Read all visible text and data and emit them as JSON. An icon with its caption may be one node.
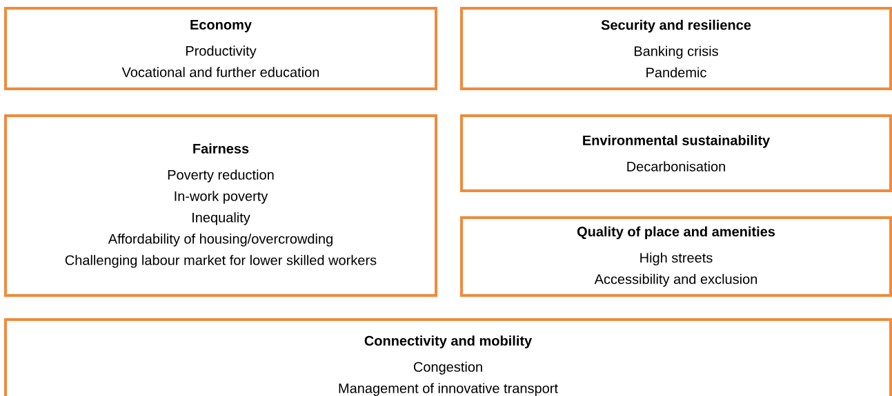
{
  "diagram": {
    "nodes": [
      {
        "text": [
          "Economy",
          "Productivity",
          "Vocational and further education"
        ]
      },
      {
        "text": [
          "Security and resilience",
          "Banking crisis",
          "Pandemic"
        ]
      },
      {
        "text": [
          "Fairness",
          "Poverty reduction",
          "In-work poverty",
          "Inequality",
          "Affordability of housing/overcrowding",
          "Challenging labour market for lower skilled workers"
        ]
      },
      {
        "text": [
          "Environmental sustainability",
          "Decarbonisation"
        ]
      },
      {
        "text": [
          "Quality of place and amenities",
          "High streets",
          "Accessibility and exclusion"
        ]
      },
      {
        "text": [
          "Connectivity and mobility",
          "Congestion",
          "Management of innovative transport"
        ]
      }
    ]
  }
}
